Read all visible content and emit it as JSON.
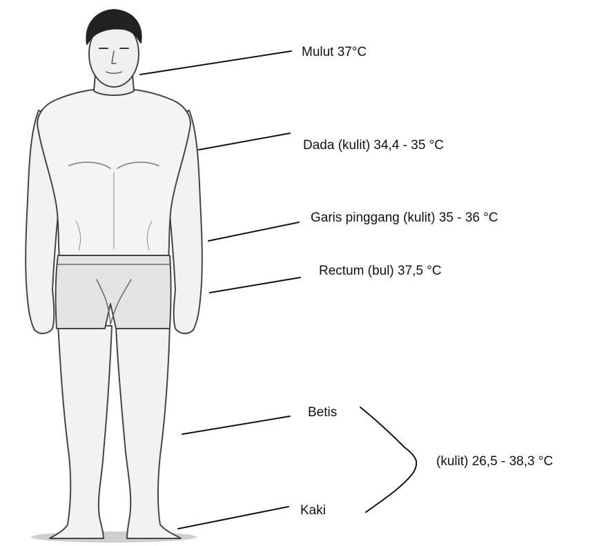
{
  "labels": {
    "mouth": "Mulut 37°C",
    "chest": "Dada (kulit) 34,4 - 35 °C",
    "waist": "Garis pinggang (kulit) 35 - 36 °C",
    "rectum": "Rectum (bul) 37,5 °C",
    "calf": "Betis",
    "foot": "Kaki",
    "skin_range": "(kulit) 26,5 - 38,3 °C"
  },
  "colors": {
    "figure_outline": "#444444",
    "figure_shade": "#d9d9d9",
    "leader_line": "#111111",
    "text": "#111111",
    "background": "#ffffff"
  }
}
